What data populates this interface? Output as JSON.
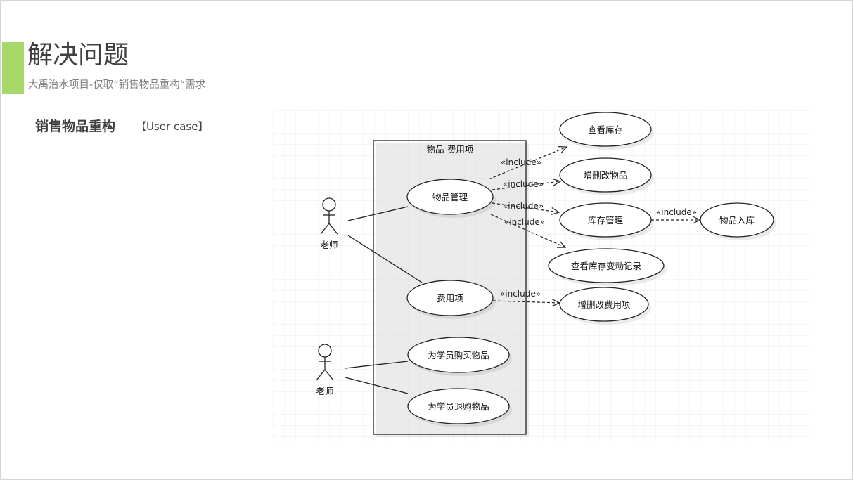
{
  "slide": {
    "title": "解决问题",
    "subtitle": "大禹治水项目-仅取“销售物品重构“需求",
    "section_title": "销售物品重构",
    "section_tag": "【User case】",
    "accent_color": "#a6d96a"
  },
  "diagram": {
    "type": "uml-use-case",
    "system_boundary": {
      "label": "物品-费用项"
    },
    "actors": [
      {
        "id": "teacher1",
        "label": "老师"
      },
      {
        "id": "teacher2",
        "label": "老师"
      }
    ],
    "use_cases": [
      {
        "id": "item_mgmt",
        "label": "物品管理"
      },
      {
        "id": "fee_item",
        "label": "费用项"
      },
      {
        "id": "buy_for_student",
        "label": "为学员购买物品"
      },
      {
        "id": "refund_for_student",
        "label": "为学员退购物品"
      },
      {
        "id": "view_stock",
        "label": "查看库存"
      },
      {
        "id": "crud_item",
        "label": "增删改物品"
      },
      {
        "id": "stock_mgmt",
        "label": "库存管理"
      },
      {
        "id": "stock_in",
        "label": "物品入库"
      },
      {
        "id": "view_stock_log",
        "label": "查看库存变动记录"
      },
      {
        "id": "crud_fee",
        "label": "增删改费用项"
      }
    ],
    "associations": [
      {
        "from": "teacher1",
        "to": "item_mgmt"
      },
      {
        "from": "teacher1",
        "to": "fee_item"
      },
      {
        "from": "teacher2",
        "to": "buy_for_student"
      },
      {
        "from": "teacher2",
        "to": "refund_for_student"
      }
    ],
    "includes": [
      {
        "from": "item_mgmt",
        "to": "view_stock",
        "label": "«include»"
      },
      {
        "from": "item_mgmt",
        "to": "crud_item",
        "label": "«include»"
      },
      {
        "from": "item_mgmt",
        "to": "stock_mgmt",
        "label": "«include»"
      },
      {
        "from": "item_mgmt",
        "to": "view_stock_log",
        "label": "«include»"
      },
      {
        "from": "stock_mgmt",
        "to": "stock_in",
        "label": "«include»"
      },
      {
        "from": "fee_item",
        "to": "crud_fee",
        "label": "«include»"
      }
    ]
  }
}
